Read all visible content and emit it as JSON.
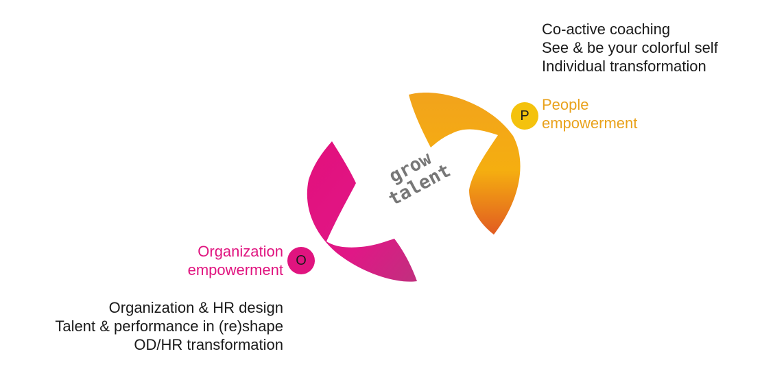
{
  "colors": {
    "people_accent": "#E9A21C",
    "people_badge": "#F4C20D",
    "org_accent": "#E0147F",
    "org_badge": "#E0147F",
    "center_text": "#777777",
    "body_text": "#1A1A1A"
  },
  "center": {
    "line1": "grow",
    "line2": "talent"
  },
  "people": {
    "badge": "P",
    "label_line1": "People",
    "label_line2": "empowerment",
    "items": [
      "Co-active coaching",
      "See & be your colorful self",
      "Individual transformation"
    ]
  },
  "organization": {
    "badge": "O",
    "label_line1": "Organization",
    "label_line2": "empowerment",
    "items": [
      "Organization & HR design",
      "Talent & performance in (re)shape",
      "OD/HR transformation"
    ]
  }
}
